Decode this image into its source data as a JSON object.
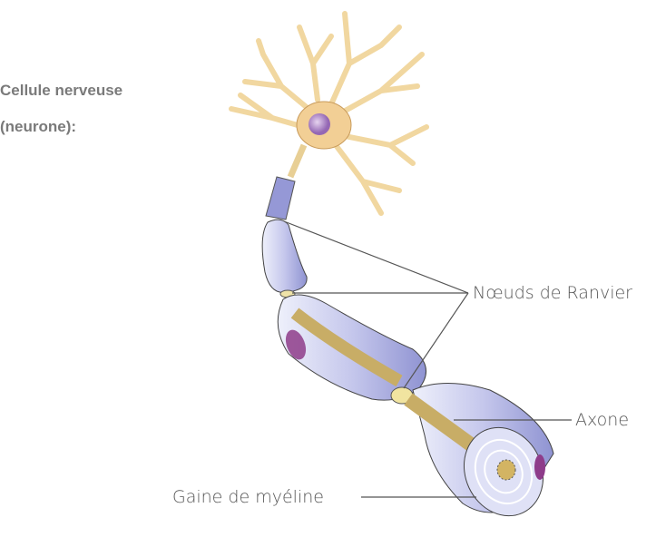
{
  "title": {
    "line1": "Cellule nerveuse",
    "line2": "(neurone):"
  },
  "labels": {
    "nodes_of_ranvier": "Nœuds de Ranvier",
    "axon": "Axone",
    "myelin_sheath": "Gaine de myéline"
  },
  "colors": {
    "cell_body": "#f2d9a2",
    "nucleus": "#a57cc0",
    "myelin": "#aeb0e0",
    "axon": "#cdb26a",
    "schwann_nucleus": "#8e3c8a",
    "text": "#555555"
  }
}
